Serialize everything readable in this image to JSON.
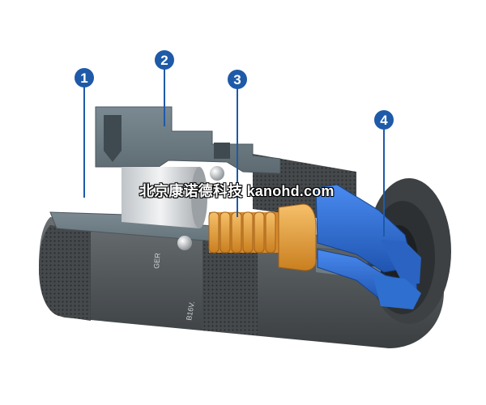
{
  "callouts": [
    {
      "id": "1",
      "label": "1"
    },
    {
      "id": "2",
      "label": "2"
    },
    {
      "id": "3",
      "label": "3"
    },
    {
      "id": "4",
      "label": "4"
    }
  ],
  "watermark": "北京康诺德科技 kanohd.com",
  "engraving": {
    "brand": "GER",
    "model": "B16V."
  },
  "colors": {
    "callout": "#1e5aa8",
    "body": "#4e5356",
    "section_face": "#6c7a82",
    "spring": "#e9a23a",
    "collet": "#2f6fd0",
    "bore": "#d8dcdf"
  }
}
